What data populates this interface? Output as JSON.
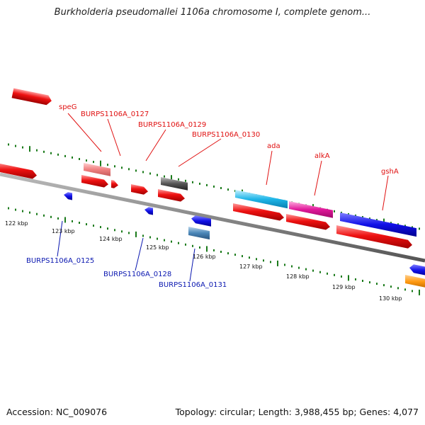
{
  "title": "Burkholderia pseudomallei 1106a chromosome I, complete genom...",
  "footer": {
    "accession": "Accession: NC_009076",
    "topology": "Topology: circular; Length: 3,988,455 bp; Genes: 4,077"
  },
  "scale_labels": [
    "122 kbp",
    "123 kbp",
    "124 kbp",
    "125 kbp",
    "126 kbp",
    "127 kbp",
    "128 kbp",
    "129 kbp",
    "130 kbp"
  ],
  "gene_labels_top": [
    "speG",
    "BURPS1106A_0127",
    "BURPS1106A_0129",
    "BURPS1106A_0130",
    "ada",
    "alkA",
    "gshA"
  ],
  "gene_labels_bottom": [
    "BURPS1106A_0125",
    "BURPS1106A_0128",
    "BURPS1106A_0131"
  ],
  "colors": {
    "forward_feature": "#ee1111",
    "top_label": "#e01010",
    "bottom_label": "#0a17b0",
    "tick": "#1a7a1a",
    "backbone": "#777777"
  }
}
